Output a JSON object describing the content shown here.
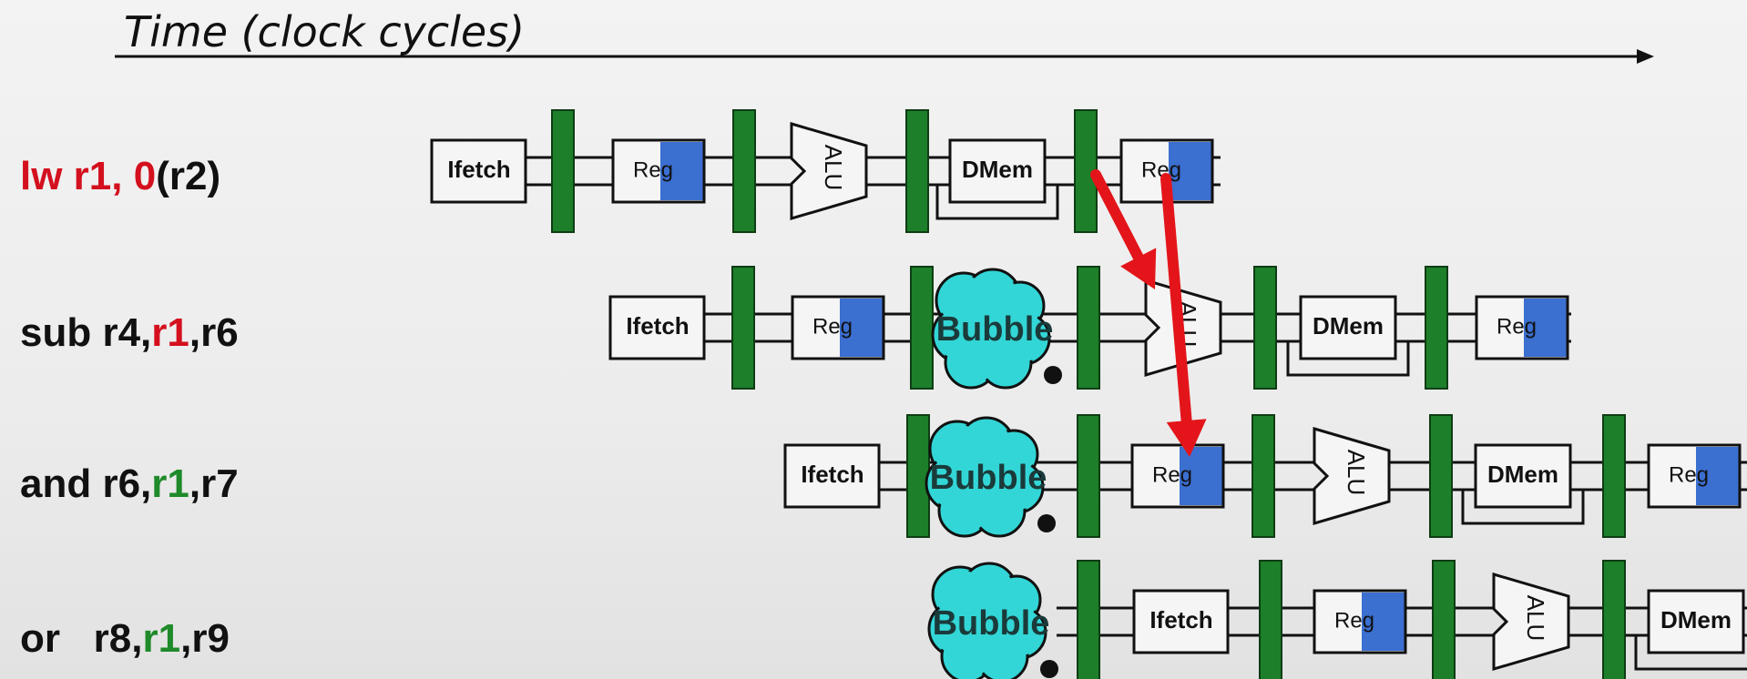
{
  "title": "Time (clock cycles)",
  "stage_labels": {
    "ifetch": "Ifetch",
    "reg": "Reg",
    "alu": "ALU",
    "dmem": "DMem",
    "bubble": "Bubble"
  },
  "instructions": [
    {
      "segments": [
        {
          "t": "lw r1, ",
          "c": "red"
        },
        {
          "t": "0",
          "c": "red"
        },
        {
          "t": "(r2)",
          "c": "black"
        }
      ]
    },
    {
      "segments": [
        {
          "t": "sub r4,",
          "c": "black"
        },
        {
          "t": "r1",
          "c": "red"
        },
        {
          "t": ",r6",
          "c": "black"
        }
      ]
    },
    {
      "segments": [
        {
          "t": "and r6,",
          "c": "black"
        },
        {
          "t": "r1",
          "c": "green"
        },
        {
          "t": ",r7",
          "c": "black"
        }
      ]
    },
    {
      "segments": [
        {
          "t": "or   r8,",
          "c": "black"
        },
        {
          "t": "r1",
          "c": "green"
        },
        {
          "t": ",r9",
          "c": "black"
        }
      ]
    }
  ],
  "colors": {
    "latch": "#1d7f2a",
    "reg_write": "#3b6fd0",
    "bubble": "#33d6d6",
    "arrow": "#e3151a",
    "hazard_reg": "#d4101e",
    "forward_reg": "#1f8a2a"
  }
}
